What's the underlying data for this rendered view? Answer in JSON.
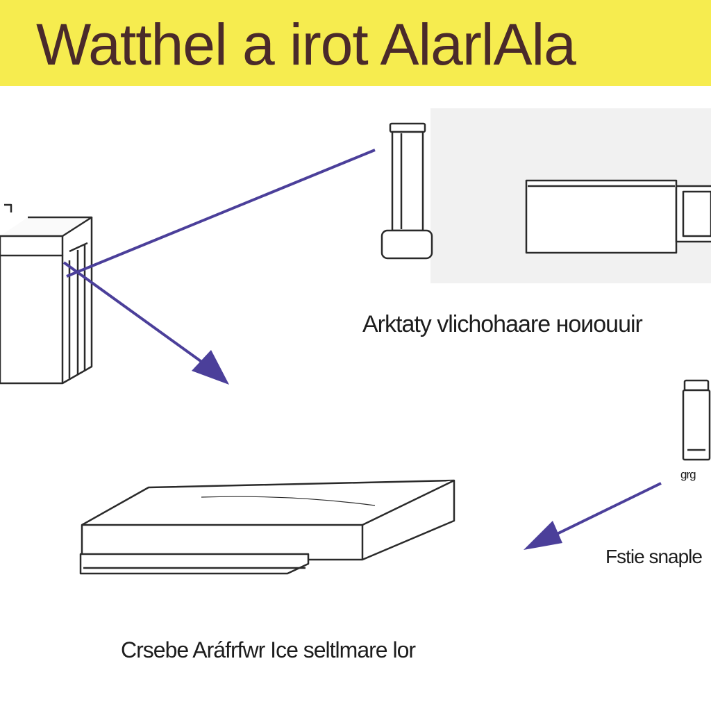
{
  "header": {
    "title": "Watthel a irot AlarlAla",
    "background_color": "#f6ec4f",
    "text_color": "#4a2a2a"
  },
  "labels": {
    "label_1": "Arktaty vlichohaare ноиouuir",
    "label_2": "grg",
    "label_3": "Fstie snaple",
    "label_4": "Crsebe Aráfrfwr Ice seltlmare lor"
  },
  "colors": {
    "arrow": "#4b3f9a",
    "line_art": "#2a2a2a",
    "panel": "#f1f1f1"
  }
}
